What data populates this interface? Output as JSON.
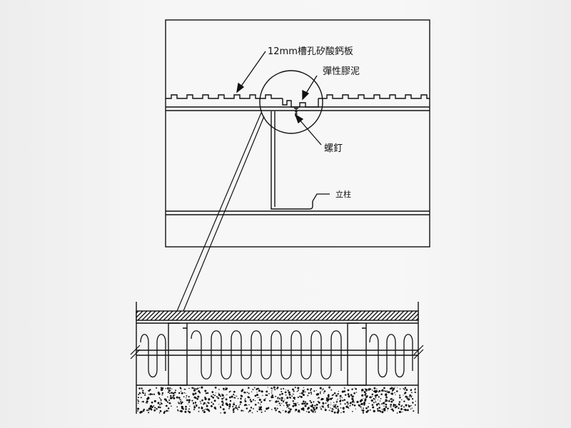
{
  "labels": {
    "board": "12mm槽孔矽酸鈣板",
    "sealant": "彈性膠泥",
    "screw": "螺釘",
    "stud": "立柱"
  },
  "colors": {
    "line": "#111111",
    "panel": "#f7f7f7"
  }
}
